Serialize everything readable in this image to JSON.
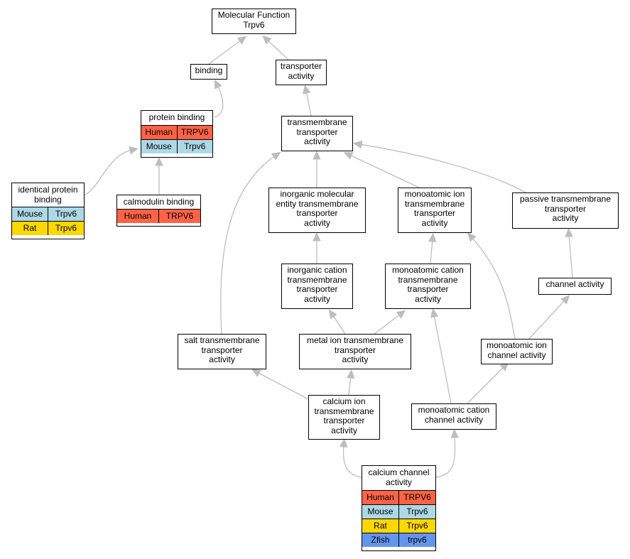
{
  "colors": {
    "Human": "#ff6347",
    "Mouse": "#add8e6",
    "Rat": "#ffd700",
    "Zfish": "#6495ed",
    "edge": "#bdbdbd"
  },
  "nodes": [
    {
      "id": "mf",
      "label": "Molecular Function\nTrpv6",
      "rows": []
    },
    {
      "id": "binding",
      "label": "binding",
      "rows": []
    },
    {
      "id": "transporter_activity",
      "label": "transporter\nactivity",
      "rows": []
    },
    {
      "id": "protein_binding",
      "label": "protein binding",
      "rows": [
        {
          "species": "Human",
          "gene": "TRPV6"
        },
        {
          "species": "Mouse",
          "gene": "Trpv6"
        }
      ]
    },
    {
      "id": "tm_transporter",
      "label": "transmembrane\ntransporter\nactivity",
      "rows": []
    },
    {
      "id": "identical_protein_binding",
      "label": "identical protein\nbinding",
      "rows": [
        {
          "species": "Mouse",
          "gene": "Trpv6"
        },
        {
          "species": "Rat",
          "gene": "Trpv6"
        }
      ]
    },
    {
      "id": "calmodulin_binding",
      "label": "calmodulin binding",
      "rows": [
        {
          "species": "Human",
          "gene": "TRPV6"
        }
      ]
    },
    {
      "id": "inorganic_mol",
      "label": "inorganic molecular\nentity transmembrane\ntransporter\nactivity",
      "rows": []
    },
    {
      "id": "monoatomic_ion_tm",
      "label": "monoatomic ion\ntransmembrane\ntransporter\nactivity",
      "rows": []
    },
    {
      "id": "passive_tm",
      "label": "passive transmembrane\ntransporter\nactivity",
      "rows": []
    },
    {
      "id": "inorganic_cation",
      "label": "inorganic cation\ntransmembrane\ntransporter\nactivity",
      "rows": []
    },
    {
      "id": "monoatomic_cation_tm",
      "label": "monoatomic cation\ntransmembrane\ntransporter\nactivity",
      "rows": []
    },
    {
      "id": "channel_activity",
      "label": "channel activity",
      "rows": []
    },
    {
      "id": "salt_tm",
      "label": "salt transmembrane\ntransporter\nactivity",
      "rows": []
    },
    {
      "id": "metal_ion_tm",
      "label": "metal ion transmembrane\ntransporter\nactivity",
      "rows": []
    },
    {
      "id": "monoatomic_ion_channel",
      "label": "monoatomic ion\nchannel activity",
      "rows": []
    },
    {
      "id": "calcium_ion_tm",
      "label": "calcium ion\ntransmembrane\ntransporter\nactivity",
      "rows": []
    },
    {
      "id": "monoatomic_cation_channel",
      "label": "monoatomic cation\nchannel activity",
      "rows": []
    },
    {
      "id": "calcium_channel",
      "label": "calcium channel\nactivity",
      "rows": [
        {
          "species": "Human",
          "gene": "TRPV6"
        },
        {
          "species": "Mouse",
          "gene": "Trpv6"
        },
        {
          "species": "Rat",
          "gene": "Trpv6"
        },
        {
          "species": "Zfish",
          "gene": "trpv6"
        }
      ]
    }
  ],
  "edges": [
    {
      "from": "binding",
      "to": "mf"
    },
    {
      "from": "transporter_activity",
      "to": "mf"
    },
    {
      "from": "protein_binding",
      "to": "binding"
    },
    {
      "from": "tm_transporter",
      "to": "transporter_activity"
    },
    {
      "from": "identical_protein_binding",
      "to": "protein_binding"
    },
    {
      "from": "calmodulin_binding",
      "to": "protein_binding"
    },
    {
      "from": "inorganic_mol",
      "to": "tm_transporter"
    },
    {
      "from": "monoatomic_ion_tm",
      "to": "tm_transporter"
    },
    {
      "from": "passive_tm",
      "to": "tm_transporter"
    },
    {
      "from": "salt_tm",
      "to": "tm_transporter"
    },
    {
      "from": "inorganic_cation",
      "to": "inorganic_mol"
    },
    {
      "from": "monoatomic_cation_tm",
      "to": "monoatomic_ion_tm"
    },
    {
      "from": "monoatomic_ion_channel",
      "to": "monoatomic_ion_tm"
    },
    {
      "from": "channel_activity",
      "to": "passive_tm"
    },
    {
      "from": "metal_ion_tm",
      "to": "inorganic_cation"
    },
    {
      "from": "metal_ion_tm",
      "to": "monoatomic_cation_tm"
    },
    {
      "from": "monoatomic_ion_channel",
      "to": "channel_activity"
    },
    {
      "from": "calcium_ion_tm",
      "to": "salt_tm"
    },
    {
      "from": "calcium_ion_tm",
      "to": "metal_ion_tm"
    },
    {
      "from": "monoatomic_cation_channel",
      "to": "monoatomic_cation_tm"
    },
    {
      "from": "monoatomic_cation_channel",
      "to": "monoatomic_ion_channel"
    },
    {
      "from": "calcium_channel",
      "to": "calcium_ion_tm"
    },
    {
      "from": "calcium_channel",
      "to": "monoatomic_cation_channel"
    }
  ]
}
